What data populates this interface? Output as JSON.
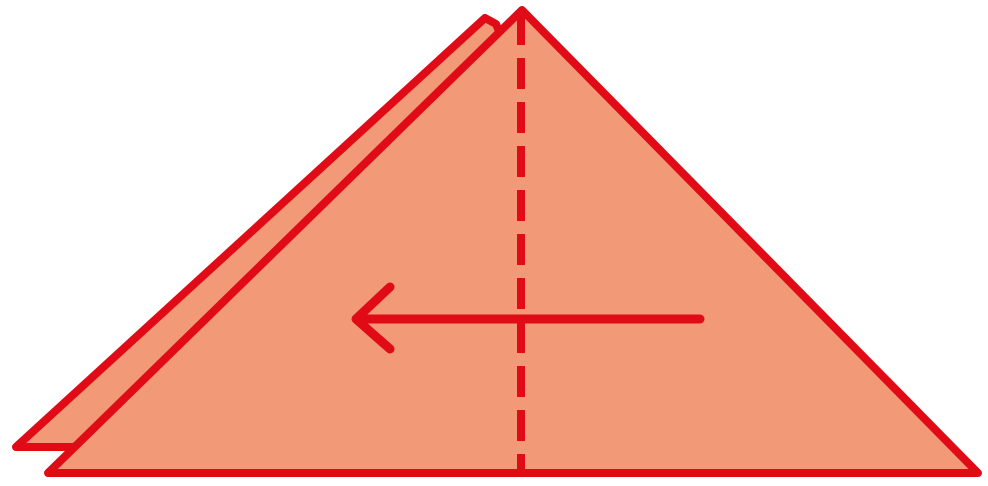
{
  "diagram": {
    "colors": {
      "background": "#ffffff",
      "paper_fill": "#f29a78",
      "line_red": "#e00b16"
    },
    "elements": {
      "back_flap": "folded-paper-back-flap",
      "front_triangle": "folded-paper-front-triangle",
      "fold_line": "dashed-center-fold-line",
      "direction_arrow": "left-fold-direction-arrow"
    }
  }
}
